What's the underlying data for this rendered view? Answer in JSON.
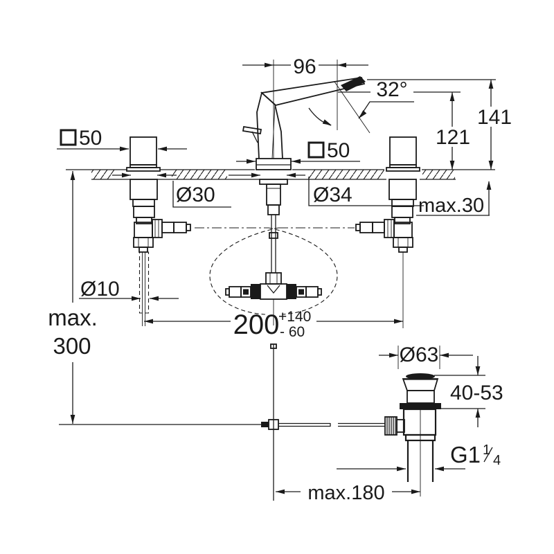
{
  "drawing": {
    "title": "faucet installation dimensional drawing",
    "line_color": "#1a1a1a",
    "background_color": "#ffffff",
    "top_view": {
      "spout_projection": "96",
      "spout_angle": "32°",
      "overall_height": "141",
      "spout_height": "121",
      "left_handle_square": {
        "symbol": "□",
        "value": "50"
      },
      "spout_body_square": {
        "symbol": "□",
        "value": "50"
      },
      "handle_hole_diameter": "Ø30",
      "spout_hole_diameter": "Ø34",
      "deck_thickness": "max.30",
      "pull_rod_diameter": "Ø10",
      "hole_distance": {
        "value": "200",
        "tolerance_plus": "+140",
        "tolerance_minus": "- 60"
      },
      "pull_rod_length": {
        "line1": "max.",
        "line2": "300"
      }
    },
    "bottom_view": {
      "waste_flange_diameter": "Ø63",
      "clamping_range": "40-53",
      "waste_thread": {
        "value": "G1",
        "fraction_numerator": "1",
        "fraction_denominator": "4"
      },
      "horizontal_rod_reach": "max.180"
    }
  }
}
